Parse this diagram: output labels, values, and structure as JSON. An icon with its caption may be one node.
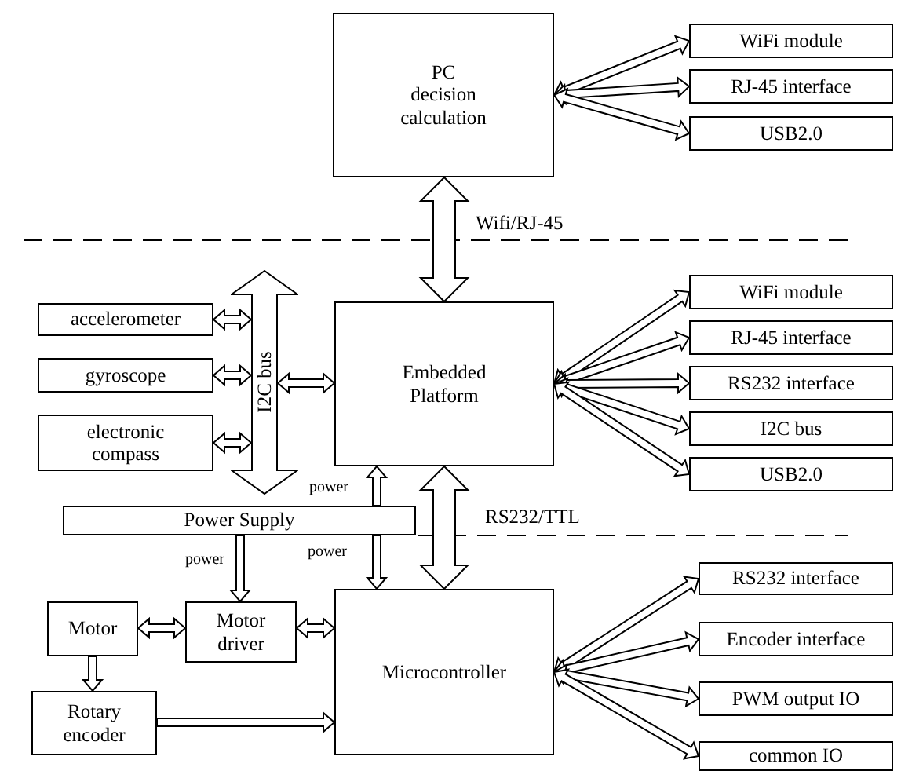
{
  "diagram": {
    "nodes": [
      {
        "text": [
          "PC decision calculation"
        ]
      },
      {
        "text": [
          "WiFi module"
        ]
      },
      {
        "text": [
          "RJ-45 interface"
        ]
      },
      {
        "text": [
          "USB2.0"
        ]
      },
      {
        "text": [
          "accelerometer"
        ]
      },
      {
        "text": [
          "gyroscope"
        ]
      },
      {
        "text": [
          "electronic compass"
        ]
      },
      {
        "text": [
          "I2C bus"
        ]
      },
      {
        "text": [
          "Embedded Platform"
        ]
      },
      {
        "text": [
          "WiFi module"
        ]
      },
      {
        "text": [
          "RJ-45 interface"
        ]
      },
      {
        "text": [
          "RS232 interface"
        ]
      },
      {
        "text": [
          "I2C bus"
        ]
      },
      {
        "text": [
          "USB2.0"
        ]
      },
      {
        "text": [
          "Power Supply"
        ]
      },
      {
        "text": [
          "Motor"
        ]
      },
      {
        "text": [
          "Motor driver"
        ]
      },
      {
        "text": [
          "Microcontroller"
        ]
      },
      {
        "text": [
          "RS232 interface"
        ]
      },
      {
        "text": [
          "Encoder interface"
        ]
      },
      {
        "text": [
          "PWM output IO"
        ]
      },
      {
        "text": [
          "Rotary encoder"
        ]
      },
      {
        "text": [
          "common IO"
        ]
      }
    ],
    "edges": [
      {
        "from": 0,
        "to": 1,
        "arrow": "both"
      },
      {
        "from": 0,
        "to": 2,
        "arrow": "both"
      },
      {
        "from": 0,
        "to": 3,
        "arrow": "both"
      },
      {
        "from": 0,
        "to": 8,
        "arrow": "both",
        "label": "Wifi/RJ-45",
        "style": "thick"
      },
      {
        "from": 4,
        "to": 7,
        "arrow": "both"
      },
      {
        "from": 5,
        "to": 7,
        "arrow": "both"
      },
      {
        "from": 6,
        "to": 7,
        "arrow": "both"
      },
      {
        "from": 7,
        "to": 8,
        "arrow": "both"
      },
      {
        "from": 8,
        "to": 9,
        "arrow": "both"
      },
      {
        "from": 8,
        "to": 10,
        "arrow": "both"
      },
      {
        "from": 8,
        "to": 11,
        "arrow": "both"
      },
      {
        "from": 8,
        "to": 12,
        "arrow": "both"
      },
      {
        "from": 8,
        "to": 13,
        "arrow": "both"
      },
      {
        "from": 14,
        "to": 8,
        "arrow": "to",
        "label": "power"
      },
      {
        "from": 14,
        "to": 16,
        "arrow": "to",
        "label": "power"
      },
      {
        "from": 14,
        "to": 17,
        "arrow": "to",
        "label": "power"
      },
      {
        "from": 8,
        "to": 17,
        "arrow": "both",
        "label": "RS232/TTL",
        "style": "thick"
      },
      {
        "from": 15,
        "to": 16,
        "arrow": "both"
      },
      {
        "from": 16,
        "to": 17,
        "arrow": "both"
      },
      {
        "from": 15,
        "to": 21,
        "arrow": "to"
      },
      {
        "from": 21,
        "to": 17,
        "arrow": "to"
      },
      {
        "from": 17,
        "to": 18,
        "arrow": "both"
      },
      {
        "from": 17,
        "to": 19,
        "arrow": "both"
      },
      {
        "from": 17,
        "to": 20,
        "arrow": "both"
      },
      {
        "from": 17,
        "to": 22,
        "arrow": "both"
      }
    ]
  }
}
